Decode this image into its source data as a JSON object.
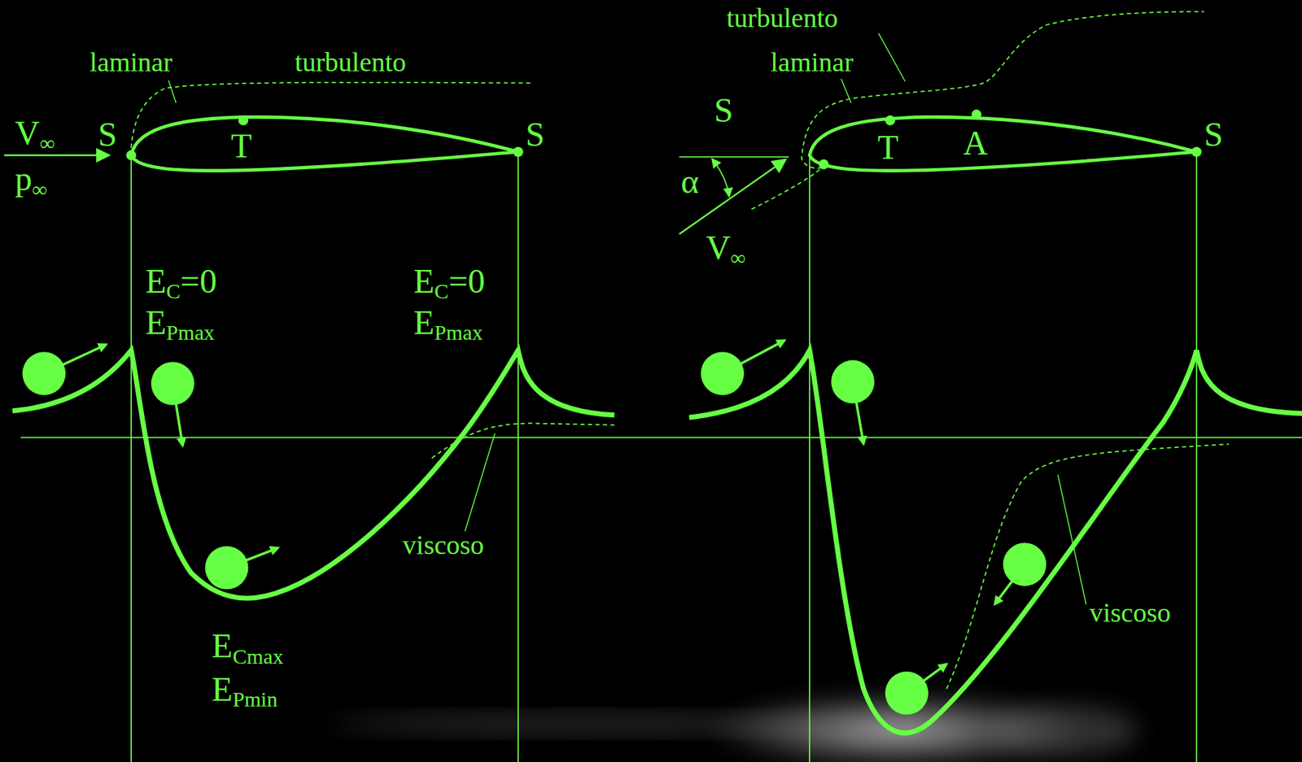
{
  "diagram": {
    "labels": [
      "laminar",
      "turbulento",
      "V∞",
      "p∞",
      "S",
      "T",
      "S",
      "EC=0",
      "EPmax",
      "EC=0",
      "EPmax",
      "viscoso",
      "ECmax",
      "EPmin",
      "turbulento",
      "laminar",
      "S",
      "α",
      "T",
      "A",
      "S",
      "V∞",
      "viscoso"
    ]
  }
}
